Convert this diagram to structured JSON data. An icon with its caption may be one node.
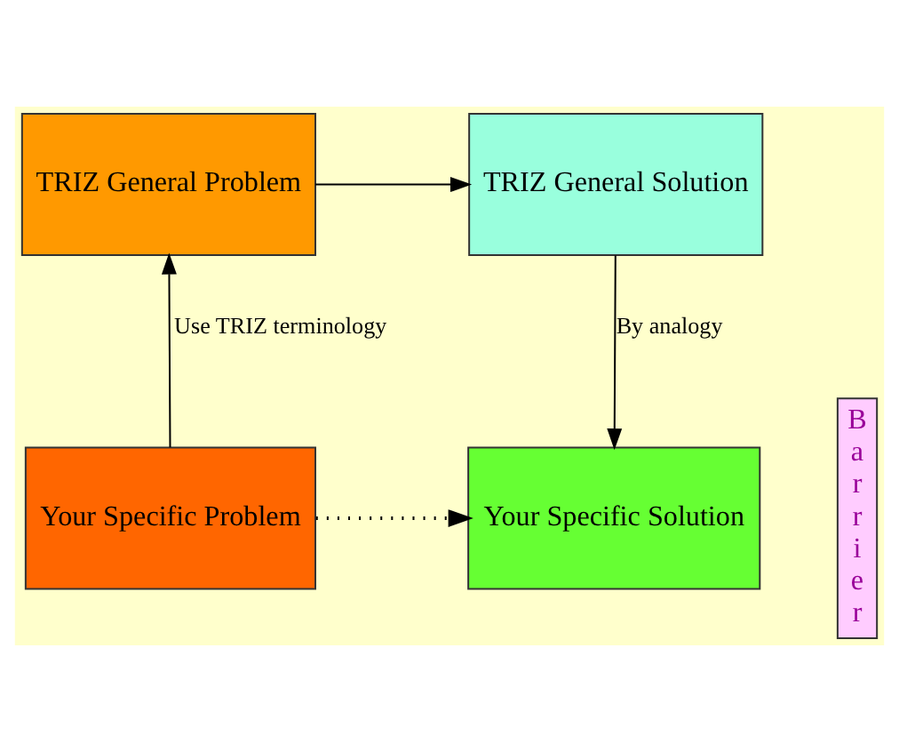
{
  "diagram": {
    "nodes": [
      {
        "text": [
          "TRIZ General Problem"
        ]
      },
      {
        "text": [
          "TRIZ General Solution"
        ]
      },
      {
        "text": [
          "Your Specific Problem"
        ]
      },
      {
        "text": [
          "Barrier"
        ]
      },
      {
        "text": [
          "Your Specific Solution"
        ]
      }
    ],
    "edges": [
      {
        "from": 2,
        "to": 0,
        "arrow": "to",
        "label": "Use TRIZ terminology"
      },
      {
        "from": 0,
        "to": 1,
        "arrow": "to"
      },
      {
        "from": 1,
        "to": 4,
        "arrow": "to",
        "label": "By analogy"
      },
      {
        "from": 2,
        "to": 4,
        "arrow": "to",
        "style": "dashed"
      }
    ]
  }
}
